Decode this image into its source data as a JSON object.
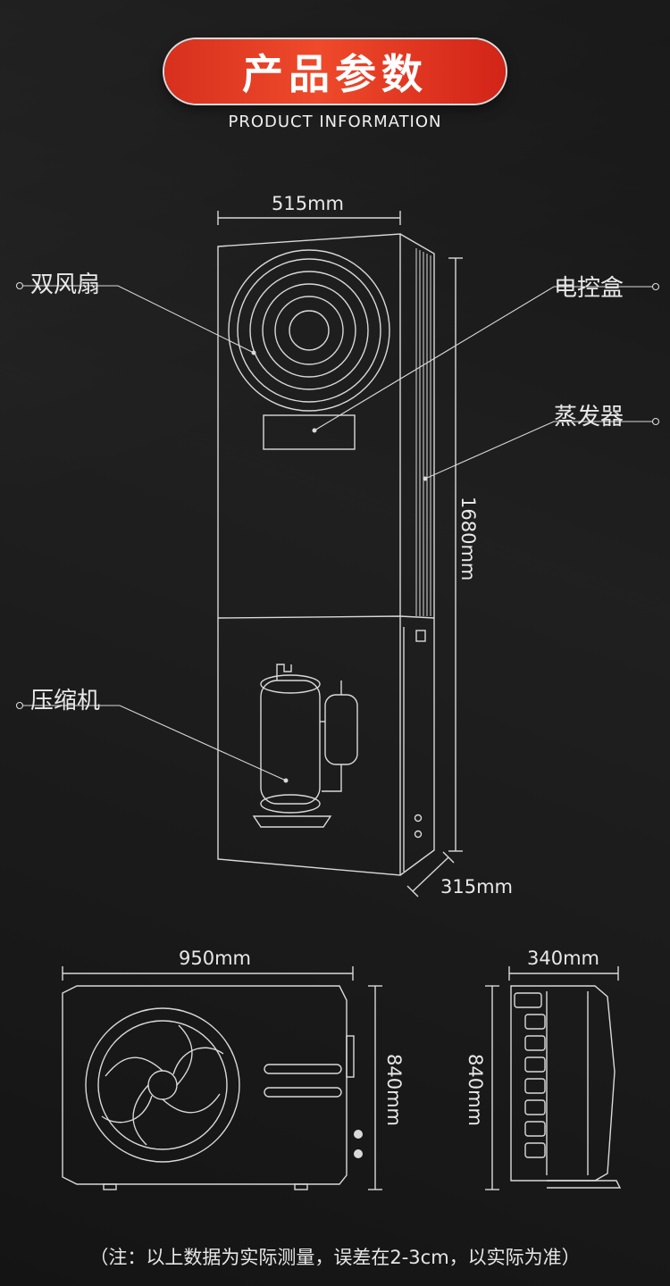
{
  "header": {
    "title": "产品参数",
    "subtitle": "PRODUCT INFORMATION"
  },
  "indoor_unit": {
    "width_label": "515mm",
    "height_label": "1680mm",
    "depth_label": "315mm",
    "callouts": {
      "fan": "双风扇",
      "control_box": "电控盒",
      "evaporator": "蒸发器",
      "compressor": "压缩机"
    }
  },
  "outdoor_unit_front": {
    "width_label": "950mm",
    "height_label": "840mm"
  },
  "outdoor_unit_side": {
    "width_label": "340mm",
    "height_label": "840mm"
  },
  "footer": {
    "note": "（注：以上数据为实际测量，误差在2-3cm，以实际为准）"
  },
  "colors": {
    "badge_red": "#e23a24",
    "line": "#d9d9d9",
    "background": "#1c1c1c"
  }
}
